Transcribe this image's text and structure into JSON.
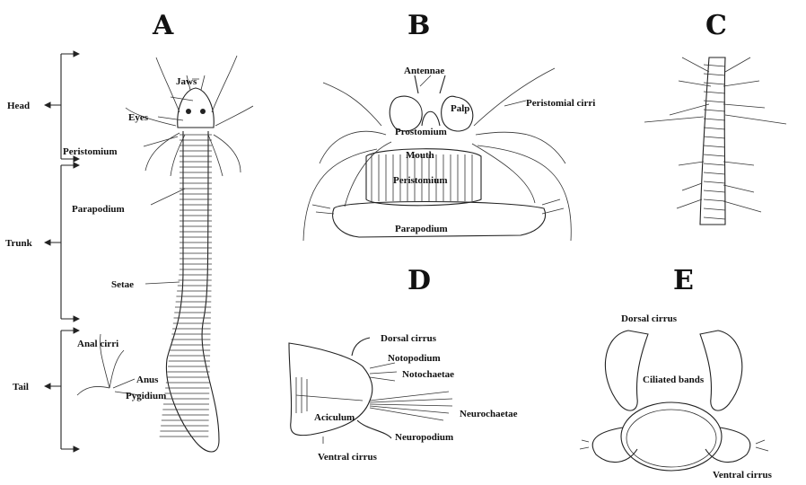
{
  "panels": {
    "a": {
      "letter": "A",
      "regions": {
        "head": "Head",
        "trunk": "Trunk",
        "tail": "Tail"
      },
      "labels": {
        "jaws": "Jaws",
        "eyes": "Eyes",
        "peristomium": "Peristomium",
        "parapodium": "Parapodium",
        "setae": "Setae",
        "anal_cirri": "Anal cirri",
        "anus": "Anus",
        "pygidium": "Pygidium"
      }
    },
    "b": {
      "letter": "B",
      "labels": {
        "antennae": "Antennae",
        "palp": "Palp",
        "peristomial_cirri": "Peristomial cirri",
        "prostomium": "Prostomium",
        "mouth": "Mouth",
        "peristomium": "Peristomium",
        "parapodium": "Parapodium"
      }
    },
    "c": {
      "letter": "C"
    },
    "d": {
      "letter": "D",
      "labels": {
        "dorsal_cirrus": "Dorsal cirrus",
        "notopodium": "Notopodium",
        "notochaetae": "Notochaetae",
        "neurochaetae": "Neurochaetae",
        "aciculum": "Aciculum",
        "neuropodium": "Neuropodium",
        "ventral_cirrus": "Ventral cirrus"
      }
    },
    "e": {
      "letter": "E",
      "labels": {
        "dorsal_cirrus": "Dorsal cirrus",
        "ciliated_bands": "Ciliated bands",
        "ventral_cirrus": "Ventral cirrus"
      }
    }
  }
}
